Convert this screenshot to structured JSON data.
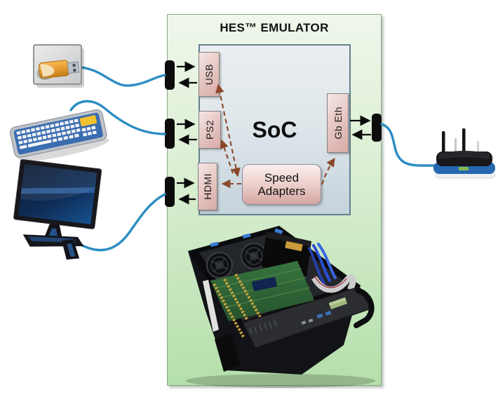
{
  "diagram": {
    "title": "HES™ EMULATOR",
    "soc": {
      "label": "SoC"
    },
    "speed_adapters": {
      "label": "Speed Adapters"
    },
    "ports": [
      {
        "id": "usb",
        "label": "USB",
        "side": "left"
      },
      {
        "id": "ps2",
        "label": "PS2",
        "side": "left"
      },
      {
        "id": "hdmi",
        "label": "HDMI",
        "side": "left"
      },
      {
        "id": "gb-eth",
        "label": "Gb Eth",
        "side": "right"
      }
    ],
    "devices": [
      {
        "id": "usb-flash-drive"
      },
      {
        "id": "keyboard"
      },
      {
        "id": "monitor"
      },
      {
        "id": "wireless-router"
      },
      {
        "id": "emulator-chassis-photo"
      }
    ],
    "colors": {
      "panel_green_top": "#eff7eb",
      "panel_green_bottom": "#b4dfab",
      "soc_fill_top": "#eaeef1",
      "soc_fill_bottom": "#c5d3dc",
      "soc_border": "#64808d",
      "port_fill": "#e4c3bf",
      "adapter_fill": "#eccfcb",
      "dashed_arrow": "#8a4728",
      "solid_arrow": "#0a0a0a",
      "cable_blue": "#2b8dc2",
      "connector_black": "#0c0c0c"
    }
  }
}
